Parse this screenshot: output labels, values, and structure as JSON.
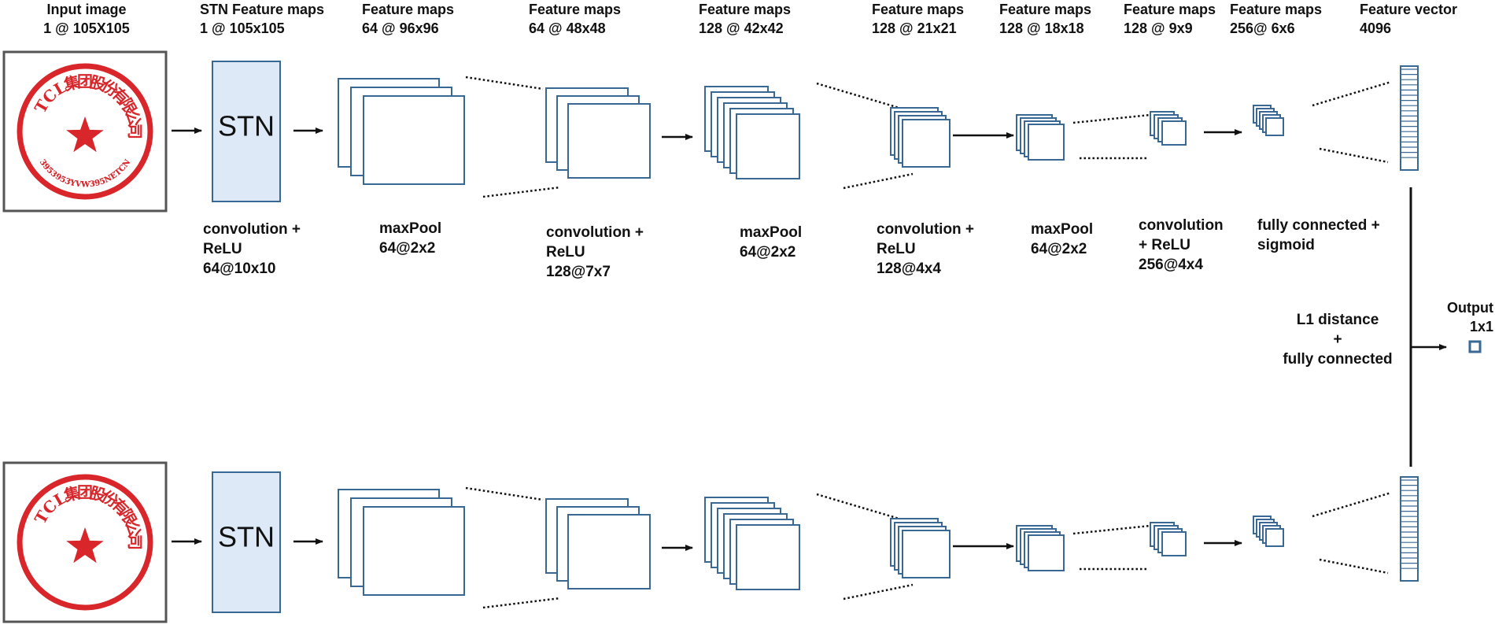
{
  "headers": {
    "input_line1": "Input image",
    "input_line2": "1 @ 105X105",
    "stn_line1": "STN Feature maps",
    "stn_line2": "1 @ 105x105",
    "fm1_line1": "Feature maps",
    "fm1_line2": "64 @ 96x96",
    "fm2_line1": "Feature maps",
    "fm2_line2": "64 @ 48x48",
    "fm3_line1": "Feature maps",
    "fm3_line2": "128 @ 42x42",
    "fm4_line1": "Feature maps",
    "fm4_line2": "128 @ 21x21",
    "fm5_line1": "Feature maps",
    "fm5_line2": "128 @ 18x18",
    "fm6_line1": "Feature maps",
    "fm6_line2": "128 @ 9x9",
    "fm7_line1": "Feature maps",
    "fm7_line2": "256@ 6x6",
    "fv_line1": "Feature vector",
    "fv_line2": "4096"
  },
  "operations": {
    "conv1": [
      "convolution +",
      "ReLU",
      "64@10x10"
    ],
    "pool1": [
      "maxPool",
      "64@2x2"
    ],
    "conv2": [
      "convolution +",
      "ReLU",
      "128@7x7"
    ],
    "pool2": [
      "maxPool",
      "64@2x2"
    ],
    "conv3": [
      "convolution +",
      "ReLU",
      "128@4x4"
    ],
    "pool3": [
      "maxPool",
      "64@2x2"
    ],
    "conv4": [
      "convolution",
      "+ ReLU",
      "256@4x4"
    ],
    "fc": [
      "fully connected +",
      "sigmoid"
    ]
  },
  "merge": {
    "line1": "L1 distance",
    "line2": "+",
    "line3": "fully connected"
  },
  "output": {
    "line1": "Output",
    "line2": "1x1"
  },
  "stn_label": "STN",
  "seal": {
    "arc_text": "TCL集团股份有限公司",
    "bottom_text": "3953953YVW395NETCN"
  },
  "colors": {
    "stn_fill": "#dde9f6",
    "box_border": "#3a6894",
    "seal_red": "#d8262b",
    "frame": "#555555"
  }
}
